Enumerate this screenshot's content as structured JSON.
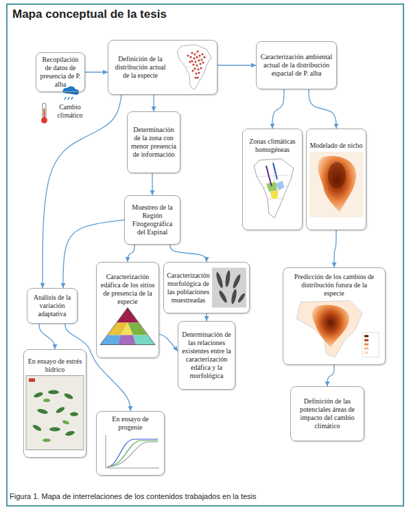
{
  "diagram": {
    "title": "Mapa conceptual de la tesis",
    "caption": "Figura 1. Mapa de interrelaciones de los contenidos trabajados en la tesis",
    "nodes": [
      {
        "text": [
          "Recopilación de datos de presencia de P. alba"
        ]
      },
      {
        "text": [
          "Definición de la distribución actual de la especie"
        ]
      },
      {
        "text": [
          "Caracterización ambiental actual de la distribución espacial de P. alba"
        ]
      },
      {
        "text": [
          "Determinación de la zona con menor presencia de información"
        ]
      },
      {
        "text": [
          "Zonas climáticas homogéneas"
        ]
      },
      {
        "text": [
          "Modelado de nicho"
        ]
      },
      {
        "text": [
          "Muestreo de la Región Fitogeográfica del Espinal"
        ]
      },
      {
        "text": [
          "Caracterización edáfica de los sitios de presencia de la especie"
        ]
      },
      {
        "text": [
          "Caracterización morfológica de las poblaciones muestreadas"
        ]
      },
      {
        "text": [
          "Predicción de los cambios de distribución futura de la especie"
        ]
      },
      {
        "text": [
          "Análisis de la variación adaptativa"
        ]
      },
      {
        "text": [
          "Determinación de las relaciones existentes entre la caracterización edáfica y la morfológica"
        ]
      },
      {
        "text": [
          "Definición de las potenciales áreas de impacto del cambio climático"
        ]
      },
      {
        "text": [
          "En ensayo de estrés hídrico"
        ]
      },
      {
        "text": [
          "En ensayo de progenie"
        ]
      }
    ],
    "edges": [
      {
        "from": 0,
        "to": 1,
        "arrow": "to"
      },
      {
        "from": 1,
        "to": 2,
        "arrow": "to"
      },
      {
        "from": 1,
        "to": 3,
        "arrow": "to"
      },
      {
        "from": 1,
        "to": 10,
        "label": "Cambio climático",
        "arrow": "to"
      },
      {
        "from": 2,
        "to": 4,
        "arrow": "to"
      },
      {
        "from": 2,
        "to": 5,
        "arrow": "to"
      },
      {
        "from": 3,
        "to": 6,
        "arrow": "to"
      },
      {
        "from": 5,
        "to": 9,
        "arrow": "to"
      },
      {
        "from": 6,
        "to": 7,
        "arrow": "to"
      },
      {
        "from": 6,
        "to": 8,
        "arrow": "to"
      },
      {
        "from": 6,
        "to": 10,
        "arrow": "to"
      },
      {
        "from": 7,
        "to": 11,
        "arrow": "to"
      },
      {
        "from": 8,
        "to": 11,
        "arrow": "to"
      },
      {
        "from": 9,
        "to": 12,
        "arrow": "to"
      },
      {
        "from": 10,
        "to": 13,
        "arrow": "to"
      },
      {
        "from": 10,
        "to": 14,
        "arrow": "to"
      }
    ]
  }
}
